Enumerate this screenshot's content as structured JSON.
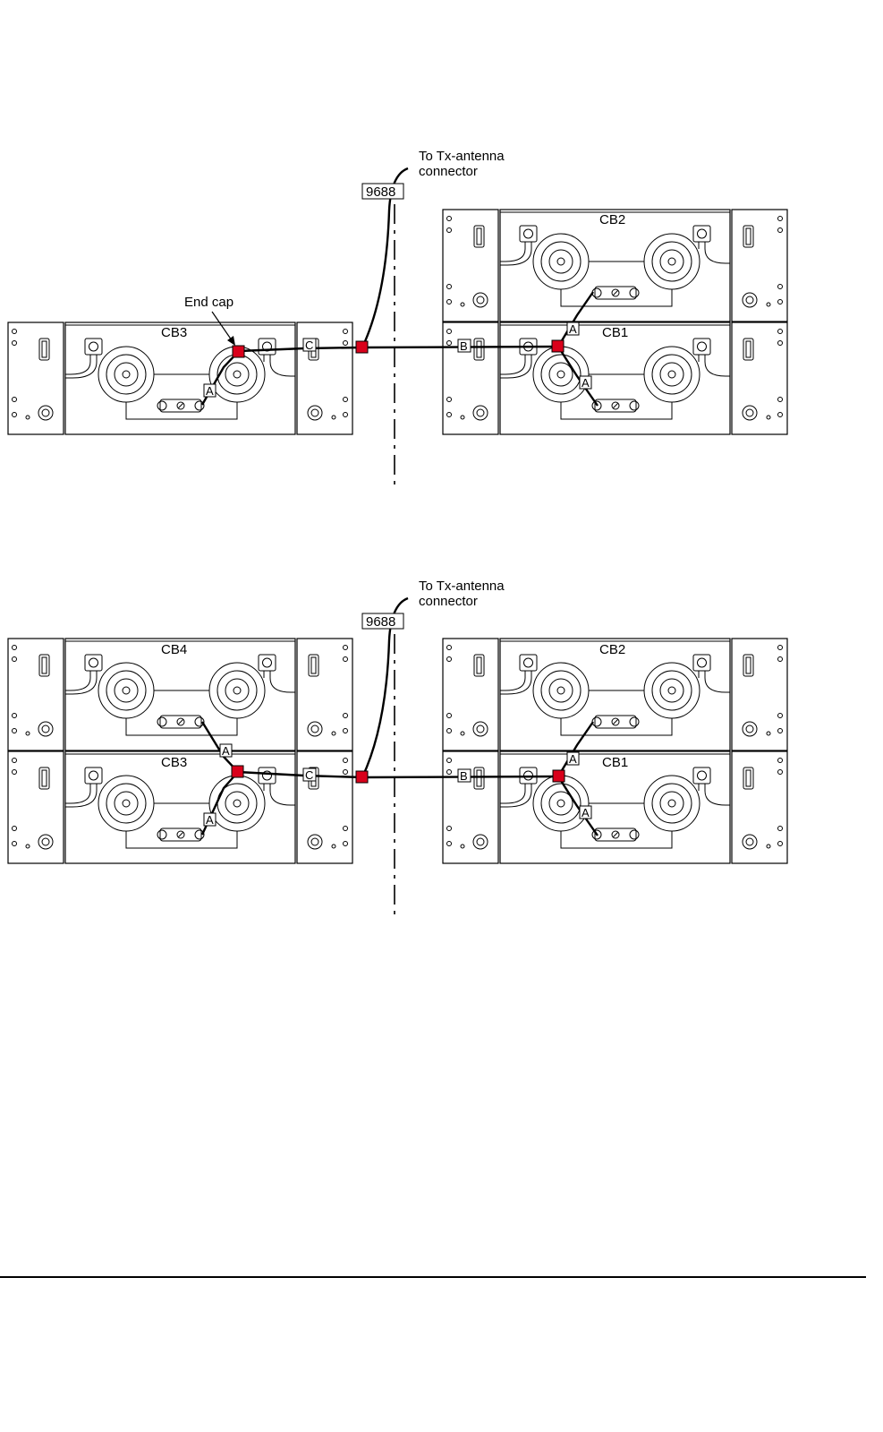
{
  "colors": {
    "junction": "#d9001b",
    "line": "#000000",
    "background": "#ffffff"
  },
  "diagrams": [
    {
      "cable_id": "9688",
      "antenna_label_line1": "To Tx-antenna",
      "antenna_label_line2": "connector",
      "end_cap_label": "End cap",
      "units": [
        "CB3",
        "CB2",
        "CB1"
      ],
      "tags": [
        "A",
        "A",
        "A",
        "B",
        "C"
      ]
    },
    {
      "cable_id": "9688",
      "antenna_label_line1": "To Tx-antenna",
      "antenna_label_line2": "connector",
      "units": [
        "CB4",
        "CB3",
        "CB2",
        "CB1"
      ],
      "tags": [
        "A",
        "A",
        "A",
        "A",
        "B",
        "C"
      ]
    }
  ]
}
